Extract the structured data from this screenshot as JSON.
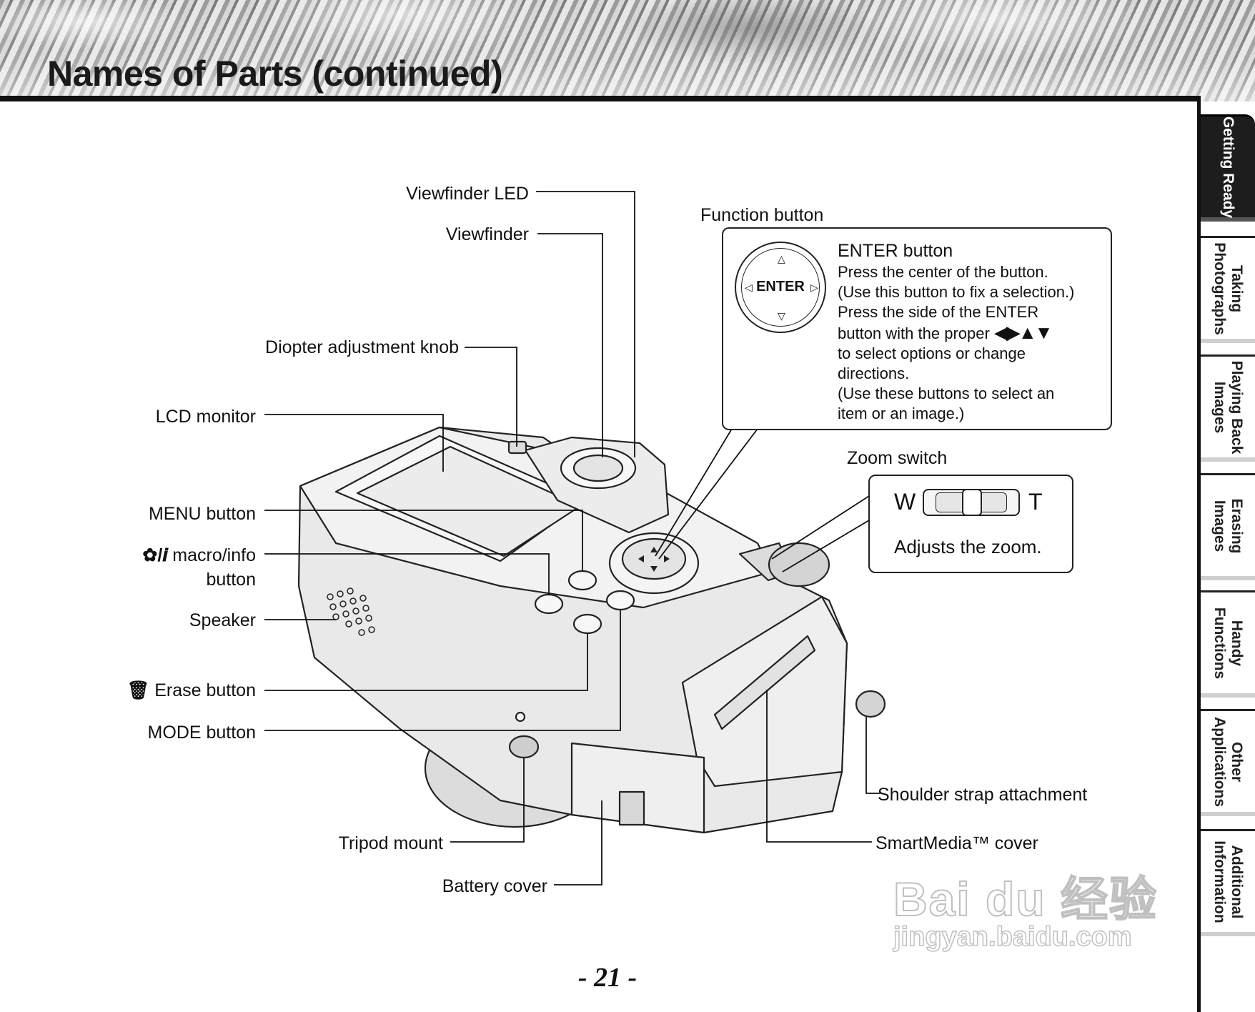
{
  "header": {
    "title": "Names of Parts (continued)"
  },
  "side_tabs": [
    {
      "label": "Getting Ready",
      "active": true
    },
    {
      "label": "Taking Photographs",
      "active": false
    },
    {
      "label": "Playing Back Images",
      "active": false
    },
    {
      "label": "Erasing Images",
      "active": false
    },
    {
      "label": "Handy Functions",
      "active": false
    },
    {
      "label": "Other Applications",
      "active": false
    },
    {
      "label": "Additional Information",
      "active": false
    }
  ],
  "labels": {
    "viewfinder_led": "Viewfinder LED",
    "viewfinder": "Viewfinder",
    "diopter": "Diopter adjustment knob",
    "lcd_monitor": "LCD monitor",
    "menu_button": "MENU button",
    "macro_info_line1": "macro/info",
    "macro_info_line2": "button",
    "speaker": "Speaker",
    "erase_button": "Erase button",
    "mode_button": "MODE button",
    "tripod_mount": "Tripod mount",
    "battery_cover": "Battery cover",
    "function_button": "Function button",
    "zoom_switch": "Zoom switch",
    "shoulder_strap": "Shoulder strap attachment",
    "smartmedia_cover": "SmartMedia™ cover"
  },
  "enter_box": {
    "heading": "ENTER button",
    "line1": "Press the center of the button.",
    "line2": "(Use this button to fix a selection.)",
    "line3": "Press the side of the ENTER",
    "line4": "button with the proper",
    "line5": "to select options or change",
    "line6": "directions.",
    "line7": "(Use these buttons to select an",
    "line8": "item or an image.)",
    "dial_label": "ENTER"
  },
  "zoom_box": {
    "w_label": "W",
    "t_label": "T",
    "caption": "Adjusts the zoom."
  },
  "page_number": "- 21 -",
  "watermark": {
    "main": "Bai du 经验",
    "sub": "jingyan.baidu.com"
  }
}
